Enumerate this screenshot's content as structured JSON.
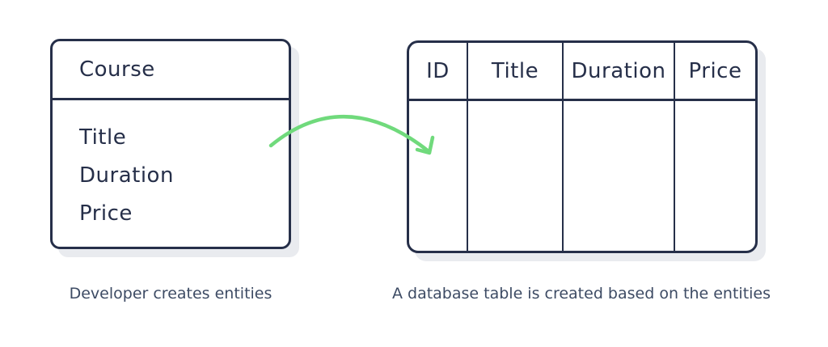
{
  "diagram": {
    "entity": {
      "title": "Course",
      "fields": [
        "Title",
        "Duration",
        "Price"
      ],
      "caption": "Developer creates entities"
    },
    "table": {
      "columns": [
        "ID",
        "Title",
        "Duration",
        "Price"
      ],
      "caption": "A database table is created based on the entities"
    },
    "arrow": {
      "meaning": "entity mapped to database table",
      "color": "#70da7c"
    },
    "colors": {
      "background": "#ffffff",
      "ink": "#262f49",
      "caption_text": "#3d4b64",
      "shadow": "#e9ebef",
      "arrow_green": "#70da7c"
    }
  }
}
